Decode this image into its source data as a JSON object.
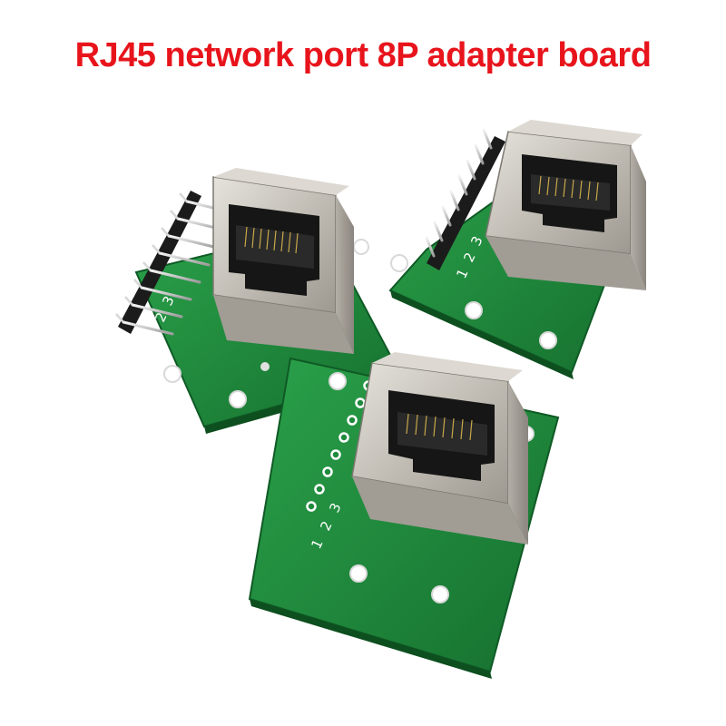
{
  "header": {
    "title": "RJ45 network port 8P adapter board"
  },
  "boards": [
    {
      "id": "left",
      "pin_labels": [
        "1",
        "2",
        "3"
      ]
    },
    {
      "id": "right",
      "pin_labels": [
        "1",
        "2",
        "3"
      ]
    },
    {
      "id": "front",
      "pin_labels": [
        "1",
        "2",
        "3"
      ]
    }
  ],
  "colors": {
    "title": "#e8141c",
    "pcb": "#1f8a3c",
    "pcb_dark": "#146a2c",
    "metal": "#c9c6c0",
    "metal_dark": "#8e8a84",
    "socket": "#1a1a1a"
  }
}
